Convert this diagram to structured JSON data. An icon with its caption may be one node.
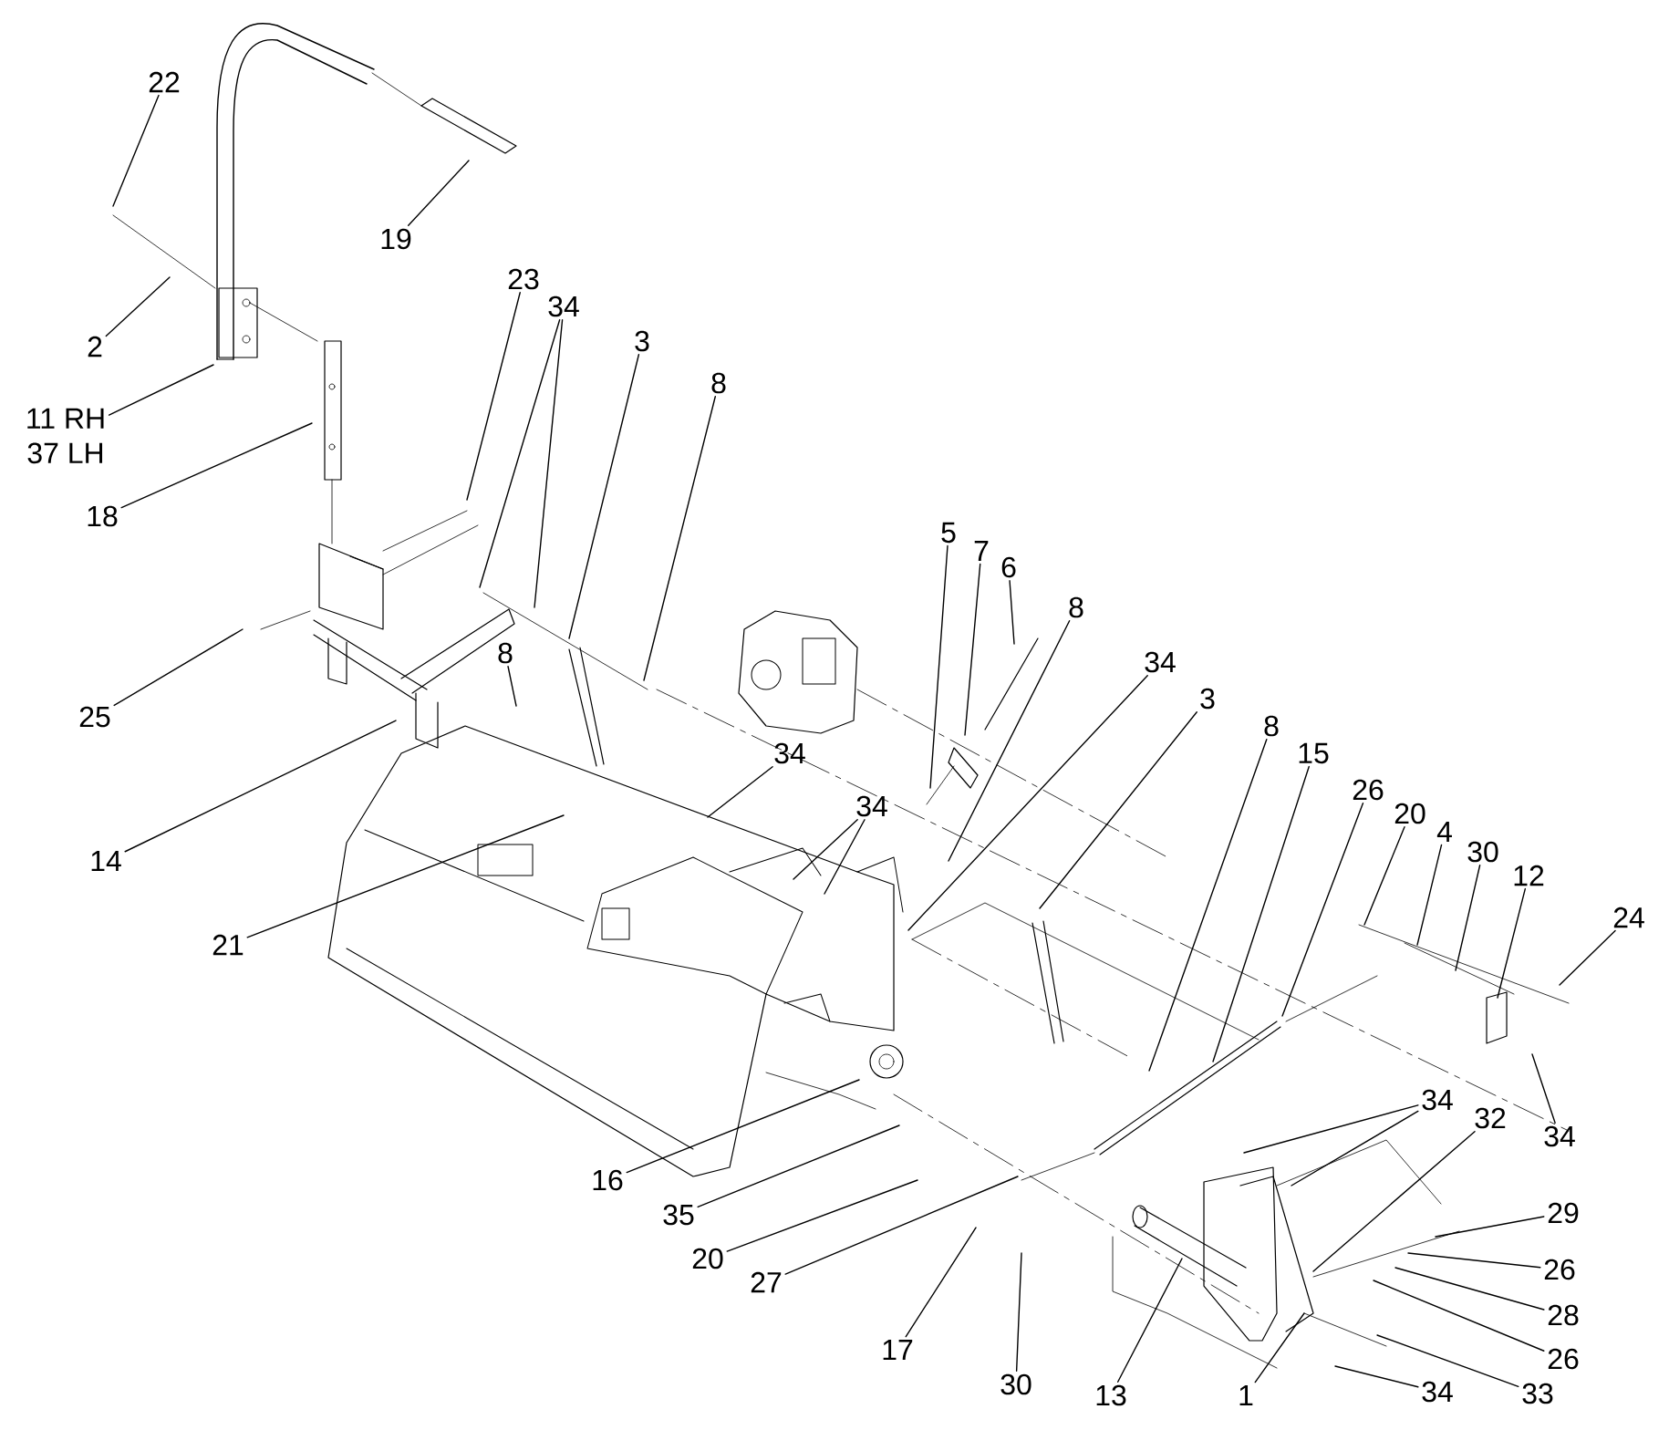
{
  "diagram": {
    "nodes": [
      {
        "text": [
          "22"
        ]
      },
      {
        "text": [
          "19"
        ]
      },
      {
        "text": [
          "2"
        ]
      },
      {
        "text": [
          "11 RH",
          "37 LH"
        ]
      },
      {
        "text": [
          "18"
        ]
      },
      {
        "text": [
          "23"
        ]
      },
      {
        "text": [
          "34"
        ]
      },
      {
        "text": [
          "3"
        ]
      },
      {
        "text": [
          "8"
        ]
      },
      {
        "text": [
          "25"
        ]
      },
      {
        "text": [
          "8"
        ]
      },
      {
        "text": [
          "14"
        ]
      },
      {
        "text": [
          "34"
        ]
      },
      {
        "text": [
          "21"
        ]
      },
      {
        "text": [
          "5"
        ]
      },
      {
        "text": [
          "7"
        ]
      },
      {
        "text": [
          "6"
        ]
      },
      {
        "text": [
          "8"
        ]
      },
      {
        "text": [
          "34"
        ]
      },
      {
        "text": [
          "34"
        ]
      },
      {
        "text": [
          "3"
        ]
      },
      {
        "text": [
          "8"
        ]
      },
      {
        "text": [
          "15"
        ]
      },
      {
        "text": [
          "26"
        ]
      },
      {
        "text": [
          "20"
        ]
      },
      {
        "text": [
          "4"
        ]
      },
      {
        "text": [
          "30"
        ]
      },
      {
        "text": [
          "12"
        ]
      },
      {
        "text": [
          "24"
        ]
      },
      {
        "text": [
          "34"
        ]
      },
      {
        "text": [
          "16"
        ]
      },
      {
        "text": [
          "34"
        ]
      },
      {
        "text": [
          "32"
        ]
      },
      {
        "text": [
          "35"
        ]
      },
      {
        "text": [
          "29"
        ]
      },
      {
        "text": [
          "20"
        ]
      },
      {
        "text": [
          "26"
        ]
      },
      {
        "text": [
          "27"
        ]
      },
      {
        "text": [
          "28"
        ]
      },
      {
        "text": [
          "26"
        ]
      },
      {
        "text": [
          "17"
        ]
      },
      {
        "text": [
          "30"
        ]
      },
      {
        "text": [
          "13"
        ]
      },
      {
        "text": [
          "1"
        ]
      },
      {
        "text": [
          "34"
        ]
      },
      {
        "text": [
          "33"
        ]
      }
    ],
    "edges": [
      {
        "from": 0,
        "to": null,
        "arrow": "none"
      },
      {
        "from": 1,
        "to": null,
        "arrow": "none"
      },
      {
        "from": 2,
        "to": null,
        "arrow": "none"
      },
      {
        "from": 3,
        "to": null,
        "arrow": "none"
      },
      {
        "from": 4,
        "to": null,
        "arrow": "none"
      },
      {
        "from": 5,
        "to": null,
        "arrow": "none"
      },
      {
        "from": 6,
        "to": null,
        "arrow": "none"
      },
      {
        "from": 6,
        "to": null,
        "arrow": "none"
      },
      {
        "from": 7,
        "to": null,
        "arrow": "none"
      },
      {
        "from": 8,
        "to": null,
        "arrow": "none"
      },
      {
        "from": 9,
        "to": null,
        "arrow": "none"
      },
      {
        "from": 10,
        "to": null,
        "arrow": "none"
      },
      {
        "from": 11,
        "to": null,
        "arrow": "none"
      },
      {
        "from": 12,
        "to": null,
        "arrow": "none"
      },
      {
        "from": 13,
        "to": null,
        "arrow": "none"
      },
      {
        "from": 14,
        "to": null,
        "arrow": "none"
      },
      {
        "from": 15,
        "to": null,
        "arrow": "none"
      },
      {
        "from": 16,
        "to": null,
        "arrow": "none"
      },
      {
        "from": 17,
        "to": null,
        "arrow": "none"
      },
      {
        "from": 18,
        "to": null,
        "arrow": "none"
      },
      {
        "from": 18,
        "to": null,
        "arrow": "none"
      },
      {
        "from": 19,
        "to": null,
        "arrow": "none"
      },
      {
        "from": 20,
        "to": null,
        "arrow": "none"
      },
      {
        "from": 21,
        "to": null,
        "arrow": "none"
      },
      {
        "from": 22,
        "to": null,
        "arrow": "none"
      },
      {
        "from": 23,
        "to": null,
        "arrow": "none"
      },
      {
        "from": 24,
        "to": null,
        "arrow": "none"
      },
      {
        "from": 25,
        "to": null,
        "arrow": "none"
      },
      {
        "from": 26,
        "to": null,
        "arrow": "none"
      },
      {
        "from": 27,
        "to": null,
        "arrow": "none"
      },
      {
        "from": 28,
        "to": null,
        "arrow": "none"
      },
      {
        "from": 29,
        "to": null,
        "arrow": "none"
      },
      {
        "from": 30,
        "to": null,
        "arrow": "none"
      },
      {
        "from": 31,
        "to": null,
        "arrow": "none"
      },
      {
        "from": 31,
        "to": null,
        "arrow": "none"
      },
      {
        "from": 32,
        "to": null,
        "arrow": "none"
      },
      {
        "from": 33,
        "to": null,
        "arrow": "none"
      },
      {
        "from": 34,
        "to": null,
        "arrow": "none"
      },
      {
        "from": 35,
        "to": null,
        "arrow": "none"
      },
      {
        "from": 36,
        "to": null,
        "arrow": "none"
      },
      {
        "from": 37,
        "to": null,
        "arrow": "none"
      },
      {
        "from": 38,
        "to": null,
        "arrow": "none"
      },
      {
        "from": 39,
        "to": null,
        "arrow": "none"
      },
      {
        "from": 40,
        "to": null,
        "arrow": "none"
      },
      {
        "from": 41,
        "to": null,
        "arrow": "none"
      },
      {
        "from": 42,
        "to": null,
        "arrow": "none"
      },
      {
        "from": 43,
        "to": null,
        "arrow": "none"
      },
      {
        "from": 44,
        "to": null,
        "arrow": "none"
      },
      {
        "from": 45,
        "to": null,
        "arrow": "none"
      }
    ]
  }
}
